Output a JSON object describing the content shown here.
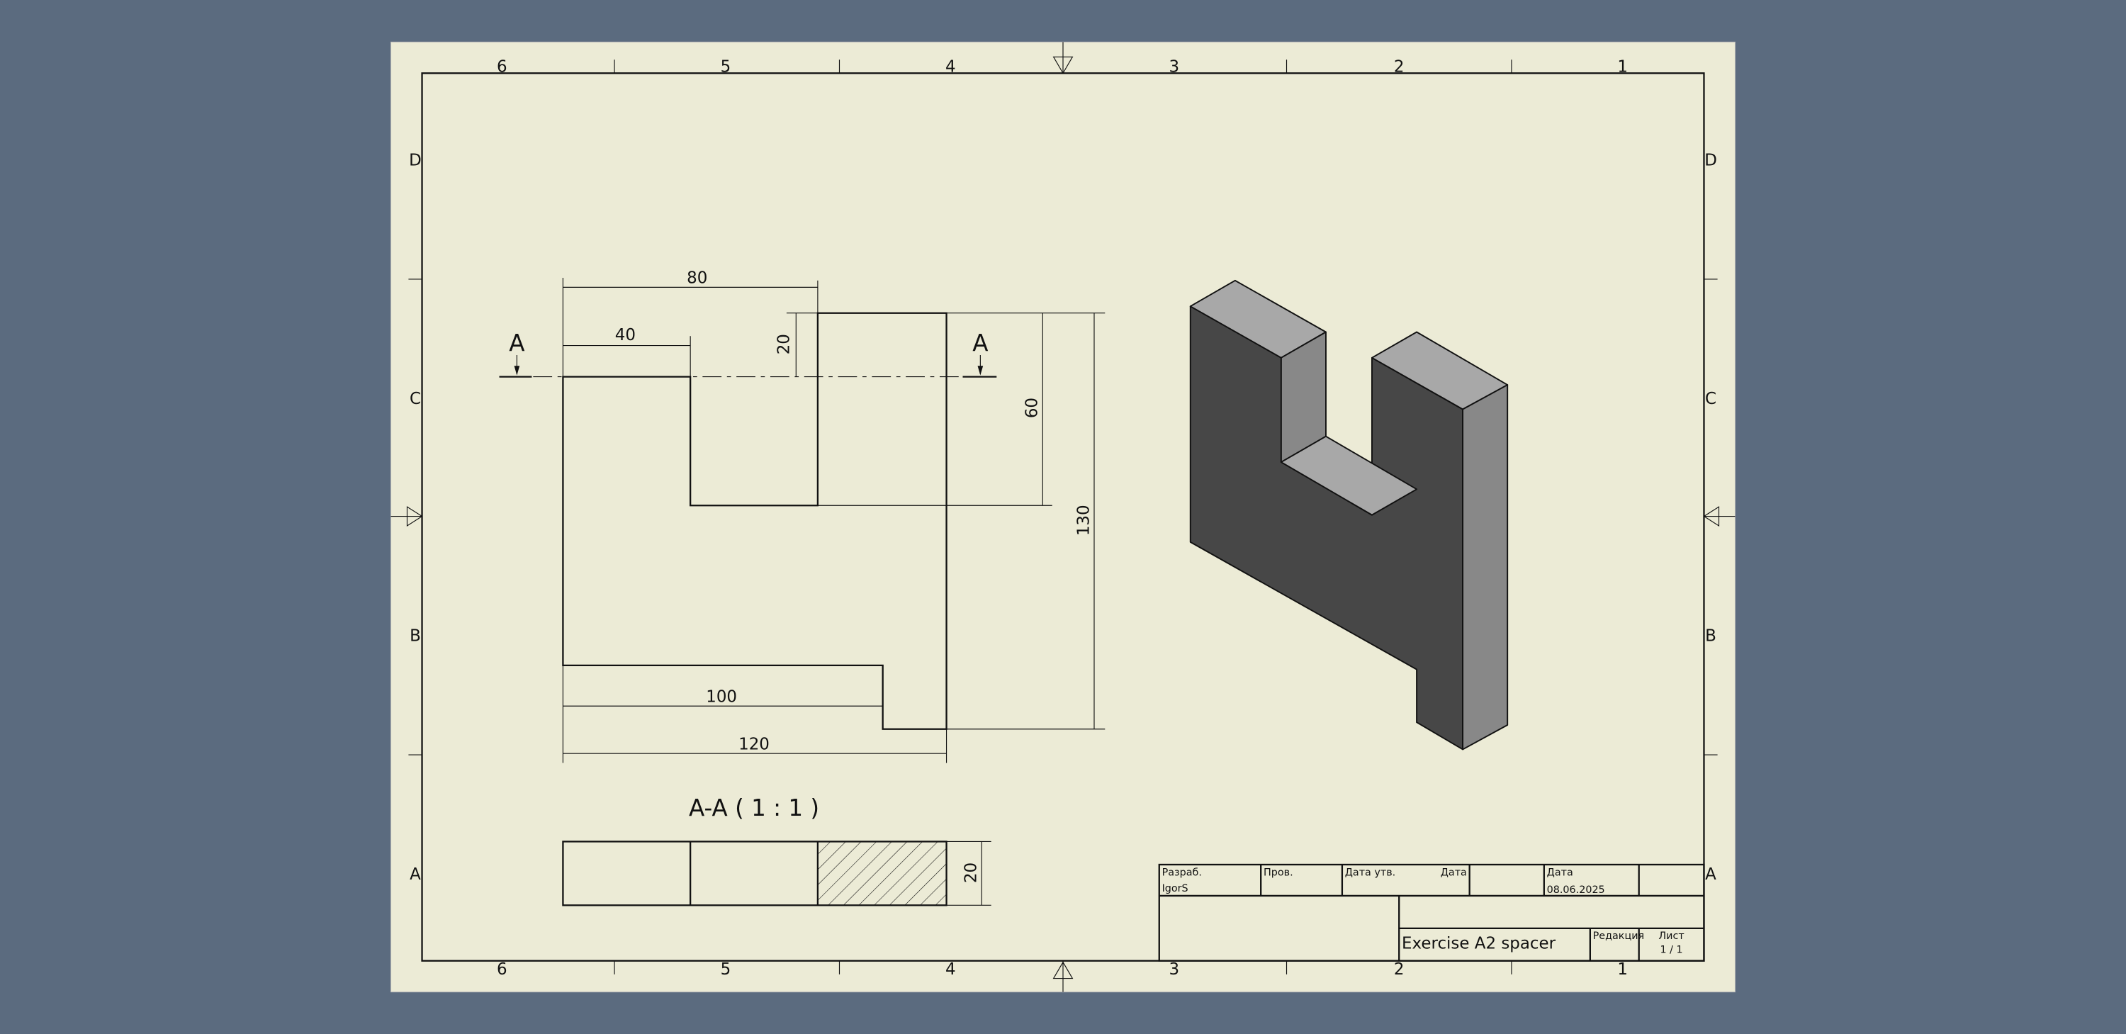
{
  "sheet": {
    "columns": [
      "6",
      "5",
      "4",
      "3",
      "2",
      "1"
    ],
    "rows": [
      "D",
      "C",
      "B",
      "A"
    ]
  },
  "front_view": {
    "section_marker": "A",
    "dimensions": {
      "d80": "80",
      "d40": "40",
      "d20": "20",
      "d60": "60",
      "d130": "130",
      "d100": "100",
      "d120": "120"
    }
  },
  "section_view": {
    "title": "A-A ( 1 : 1 )",
    "dim": "20"
  },
  "title_block": {
    "developer_label": "Разраб.",
    "developer": "IgorS",
    "checked_label": "Пров.",
    "approval_date_label": "Дата утв.",
    "date_label_1": "Дата",
    "date_label_2": "Дата",
    "date": "08.06.2025",
    "title": "Exercise A2 spacer",
    "revision_label": "Редакция",
    "sheet_label": "Лист",
    "sheet": "1 / 1"
  },
  "colors": {
    "paper": "#ecebd6",
    "background": "#5b6b7f",
    "iso_front": "#474747",
    "iso_side": "#888888",
    "iso_top": "#a8a8a8"
  }
}
